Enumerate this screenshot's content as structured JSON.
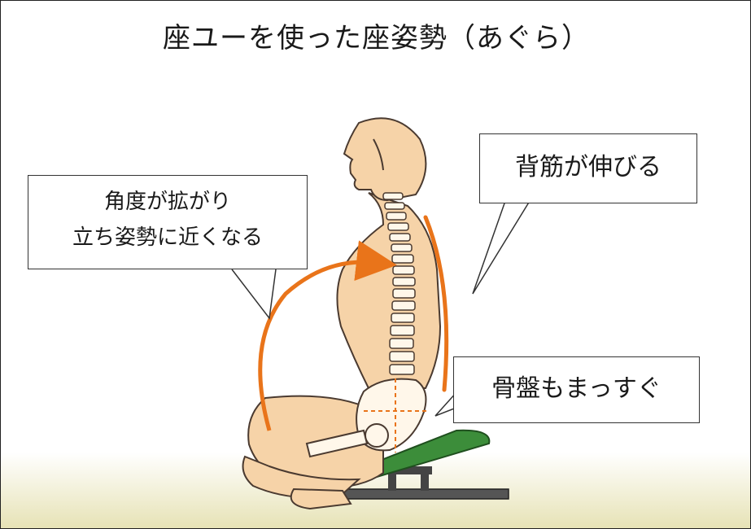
{
  "title": "座ユーを使った座姿勢（あぐら）",
  "callouts": {
    "angle": {
      "line1": "角度が拡がり",
      "line2": "立ち姿勢に近くなる"
    },
    "back": "背筋が伸びる",
    "pelvis": "骨盤もまっすぐ"
  },
  "colors": {
    "skin": "#f6d3a8",
    "outline": "#4a3a30",
    "arrow": "#e9741a",
    "cushion": "#3c8d3a",
    "floor_gradient": "#e6e2b4"
  }
}
